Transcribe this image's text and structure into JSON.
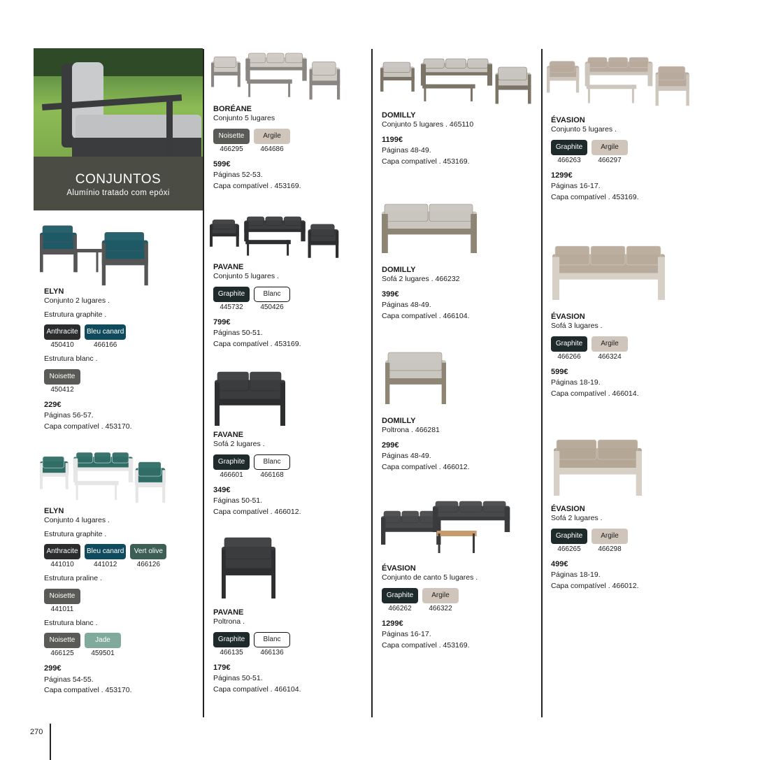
{
  "page_number": "270",
  "hero": {
    "title": "CONJUNTOS",
    "subtitle": "Alumínio tratado com epóxi"
  },
  "colors": {
    "Graphite": "#1f2a2a",
    "Noisette": "#5a5a56",
    "Argile": "#cfc5ba",
    "Blanc": "#ffffff",
    "Anthracite": "#2a2c2e",
    "Bleu canard": "#0f4b5c",
    "Vert olive": "#3c5e54",
    "Jade": "#80aa9c"
  },
  "products": [
    {
      "id": "elyn-2",
      "name": "ELYN",
      "lines": [
        "Conjunto 2 lugares ."
      ],
      "groups": [
        {
          "label": "Estrutura graphite .",
          "swatches": [
            {
              "name": "Anthracite",
              "code": "450410"
            },
            {
              "name": "Bleu canard",
              "code": "466166"
            }
          ]
        },
        {
          "label": "Estrutura blanc .",
          "swatches": [
            {
              "name": "Noisette",
              "code": "450412"
            }
          ]
        }
      ],
      "price": "229€",
      "pages": "Páginas 56-57.",
      "capa": "Capa compatível . 453170."
    },
    {
      "id": "elyn-4",
      "name": "ELYN",
      "lines": [
        "Conjunto 4 lugares ."
      ],
      "groups": [
        {
          "label": "Estrutura graphite .",
          "swatches": [
            {
              "name": "Anthracite",
              "code": "441010"
            },
            {
              "name": "Bleu canard",
              "code": "441012"
            },
            {
              "name": "Vert olive",
              "code": "466126"
            }
          ]
        },
        {
          "label": "Estrutura praline .",
          "swatches": [
            {
              "name": "Noisette",
              "code": "441011"
            }
          ]
        },
        {
          "label": "Estrutura blanc .",
          "swatches": [
            {
              "name": "Noisette",
              "code": "466125"
            },
            {
              "name": "Jade",
              "code": "459501"
            }
          ]
        }
      ],
      "price": "299€",
      "pages": "Páginas 54-55.",
      "capa": "Capa compatível . 453170."
    },
    {
      "id": "boreane",
      "name": "BORÉANE",
      "lines": [
        "Conjunto 5 lugares"
      ],
      "groups": [
        {
          "swatches": [
            {
              "name": "Noisette",
              "code": "466295"
            },
            {
              "name": "Argile",
              "code": "464686"
            }
          ]
        }
      ],
      "price": "599€",
      "pages": "Páginas 52-53.",
      "capa": "Capa compatível . 453169."
    },
    {
      "id": "pavane-5",
      "name": "PAVANE",
      "lines": [
        "Conjunto 5 lugares ."
      ],
      "groups": [
        {
          "swatches": [
            {
              "name": "Graphite",
              "code": "445732"
            },
            {
              "name": "Blanc",
              "code": "450426"
            }
          ]
        }
      ],
      "price": "799€",
      "pages": "Páginas 50-51.",
      "capa": "Capa compatível . 453169."
    },
    {
      "id": "favane-sofa",
      "name": "FAVANE",
      "lines": [
        "Sofá 2 lugares ."
      ],
      "groups": [
        {
          "swatches": [
            {
              "name": "Graphite",
              "code": "466601"
            },
            {
              "name": "Blanc",
              "code": "466168"
            }
          ]
        }
      ],
      "price": "349€",
      "pages": "Fáginas 50-51.",
      "capa": "Capa compatível . 466012."
    },
    {
      "id": "pavane-poltrona",
      "name": "PAVANE",
      "lines": [
        "Poltrona ."
      ],
      "groups": [
        {
          "swatches": [
            {
              "name": "Graphite",
              "code": "466135"
            },
            {
              "name": "Blanc",
              "code": "466136"
            }
          ]
        }
      ],
      "price": "179€",
      "pages": "Páginas 50-51.",
      "capa": "Capa compatível . 466104."
    },
    {
      "id": "domilly-5",
      "name": "DOMILLY",
      "lines": [
        "Conjunto 5 lugares . 465110"
      ],
      "groups": [],
      "price": "1199€",
      "pages": "Páginas 48-49.",
      "capa": "Capa compatível . 453169."
    },
    {
      "id": "domilly-sofa",
      "name": "DOMILLY",
      "lines": [
        "Sofá 2 lugares . 466232"
      ],
      "groups": [],
      "price": "399€",
      "pages": "Páginas 48-49.",
      "capa": "Capa compatível . 466104."
    },
    {
      "id": "domilly-poltrona",
      "name": "DOMILLY",
      "lines": [
        "Poltrona . 466281"
      ],
      "groups": [],
      "price": "299€",
      "pages": "Páginas 48-49.",
      "capa": "Capa compatível . 466012."
    },
    {
      "id": "evasion-canto",
      "name": "ÉVASION",
      "lines": [
        "Conjunto de canto 5 lugares ."
      ],
      "groups": [
        {
          "swatches": [
            {
              "name": "Graphite",
              "code": "466262"
            },
            {
              "name": "Argile",
              "code": "466322"
            }
          ]
        }
      ],
      "price": "1299€",
      "pages": "Páginas 16-17.",
      "capa": "Capa compatível . 453169."
    },
    {
      "id": "evasion-5",
      "name": "ÉVASION",
      "lines": [
        "Conjunto 5 lugares ."
      ],
      "groups": [
        {
          "swatches": [
            {
              "name": "Graphite",
              "code": "466263"
            },
            {
              "name": "Argile",
              "code": "466297"
            }
          ]
        }
      ],
      "price": "1299€",
      "pages": "Páginas 16-17.",
      "capa": "Capa compatível . 453169."
    },
    {
      "id": "evasion-sofa3",
      "name": "ÉVASION",
      "lines": [
        "Sofá 3 lugares ."
      ],
      "groups": [
        {
          "swatches": [
            {
              "name": "Graphite",
              "code": "466266"
            },
            {
              "name": "Argile",
              "code": "466324"
            }
          ]
        }
      ],
      "price": "599€",
      "pages": "Páginas 18-19.",
      "capa": "Capa compatível . 466014."
    },
    {
      "id": "evasion-sofa2",
      "name": "ÉVASION",
      "lines": [
        "Sofá 2 lugares ."
      ],
      "groups": [
        {
          "swatches": [
            {
              "name": "Graphite",
              "code": "466265"
            },
            {
              "name": "Argile",
              "code": "466298"
            }
          ]
        }
      ],
      "price": "499€",
      "pages": "Páginas 18-19.",
      "capa": "Capa compatível . 466012."
    }
  ]
}
